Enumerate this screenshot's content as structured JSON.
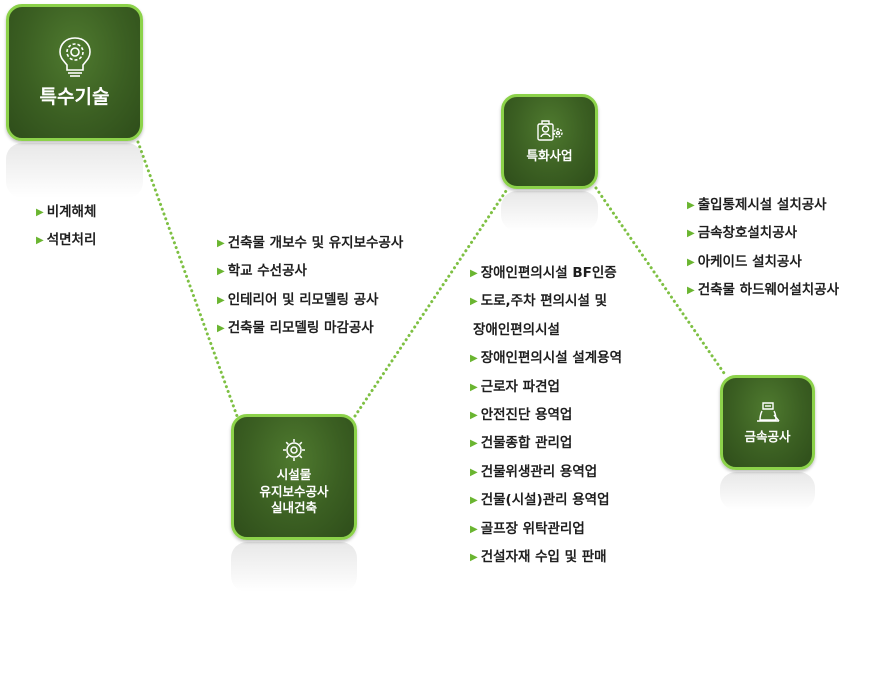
{
  "nodes": {
    "main": {
      "label": "특수기술",
      "icon": "lightbulb-gear-icon"
    },
    "bf": {
      "label": "특화사업",
      "icon": "worker-gear-icon"
    },
    "facility": {
      "lines": [
        "시설물",
        "유지보수공사",
        "실내건축"
      ],
      "icon": "gear-icon"
    },
    "metal": {
      "label": "금속공사",
      "icon": "welder-icon"
    }
  },
  "lists": {
    "main": [
      "비계해체",
      "석면처리"
    ],
    "facility": [
      "건축물 개보수 및 유지보수공사",
      "학교 수선공사",
      "인테리어 및 리모델링 공사",
      "건축물 리모델링 마감공사"
    ],
    "bf": [
      {
        "text": "장애인편의시설 BF인증"
      },
      {
        "text": "도로,주차 편의시설 및"
      },
      {
        "text": "장애인편의시설",
        "continuation": true
      },
      {
        "text": "장애인편의시설 설계용역"
      },
      {
        "text": "근로자 파견업"
      },
      {
        "text": "안전진단 용역업"
      },
      {
        "text": "건물종합 관리업"
      },
      {
        "text": "건물위생관리 용역업"
      },
      {
        "text": "건물(시설)관리 용역업"
      },
      {
        "text": "골프장 위탁관리업"
      },
      {
        "text": "건설자재 수입 및 판매"
      }
    ],
    "metal": [
      "출입통제시설 설치공사",
      "금속창호설치공사",
      "아케이드 설치공사",
      "건축물 하드웨어설치공사"
    ]
  },
  "colors": {
    "node_fill": "#3b5f22",
    "node_border": "#8cd24a",
    "connector": "#7ec043",
    "bullet": "#6ab530"
  }
}
